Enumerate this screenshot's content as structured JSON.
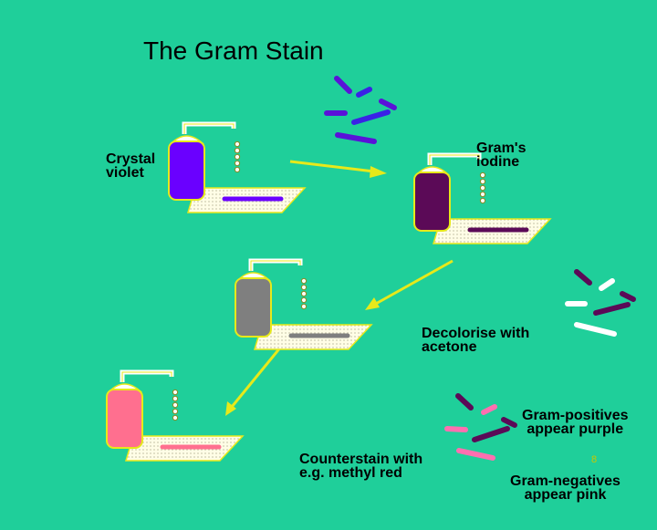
{
  "slide": {
    "title": "The Gram Stain",
    "page_number": "8"
  },
  "labels": {
    "crystal_violet": [
      "Crystal",
      "violet"
    ],
    "grams_iodine": [
      "Gram's",
      "iodine"
    ],
    "decolorise": [
      "Decolorise with",
      "acetone"
    ],
    "counterstain": [
      "Counterstain with",
      "e.g. methyl red"
    ],
    "gram_positives": [
      "Gram-positives",
      "appear purple"
    ],
    "gram_negatives": [
      "Gram-negatives",
      "appear pink"
    ]
  },
  "colors": {
    "background": "#1fcf9a",
    "crystal_violet": "#6a00ff",
    "iodine": "#5b0a57",
    "acetone": "#7f7f7f",
    "methyl_red": "#ff6f8f",
    "arrow": "#e7e91a",
    "bottle_outline": "#e7e91a",
    "cell_violet_1": "#5a12d8",
    "cell_violet_2": "#3a22e6",
    "cell_purple": "#5b0a57",
    "cell_white": "#ffffff",
    "cell_pink": "#ff6fb0"
  }
}
